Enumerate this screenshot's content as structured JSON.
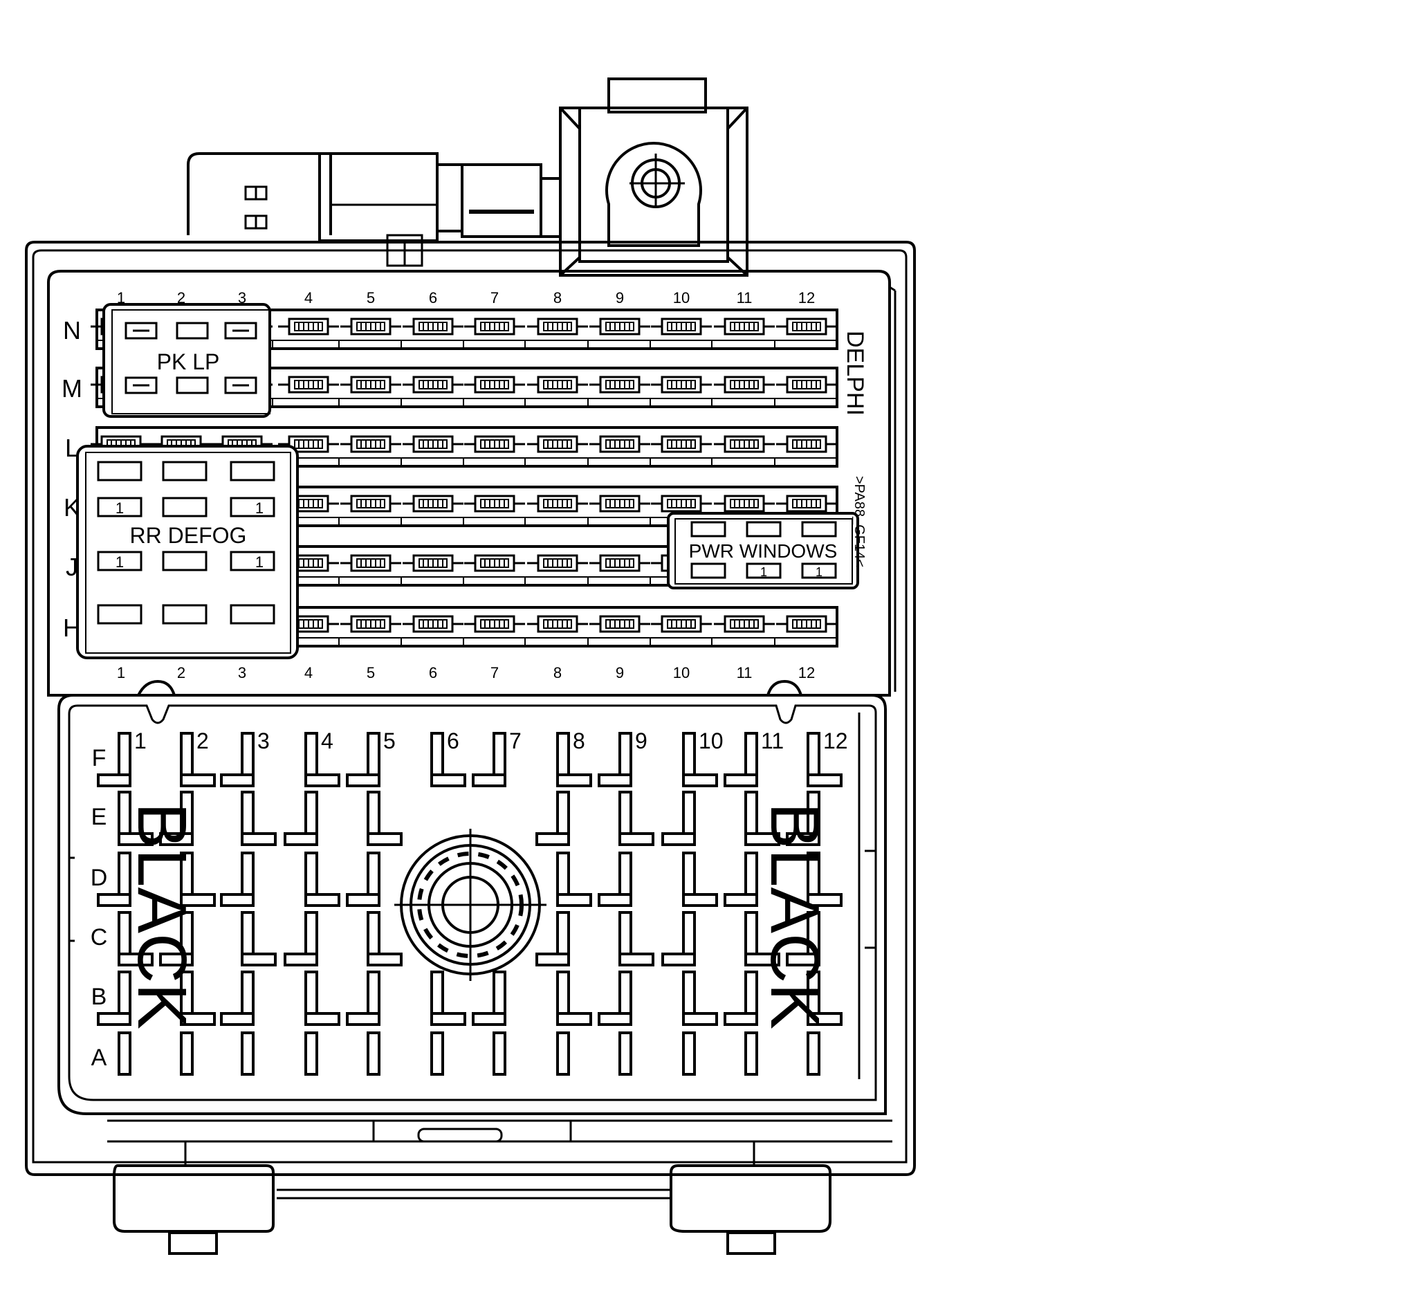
{
  "header": {
    "brand": "DELPHI",
    "part_code": ">PA88_GF14<"
  },
  "upper_block": {
    "row_labels": [
      "N",
      "M",
      "L",
      "K",
      "J",
      "H"
    ],
    "column_labels": [
      "1",
      "2",
      "3",
      "4",
      "5",
      "6",
      "7",
      "8",
      "9",
      "10",
      "11",
      "12"
    ]
  },
  "relays": {
    "park_lamp": {
      "label": "PK LP"
    },
    "rear_defog": {
      "label": "RR DEFOG",
      "pin_marker": "1"
    },
    "power_windows": {
      "label": "PWR WINDOWS",
      "pin_marker": "1"
    }
  },
  "lower_connector": {
    "row_labels": [
      "F",
      "E",
      "D",
      "C",
      "B",
      "A"
    ],
    "column_labels": [
      "1",
      "2",
      "3",
      "4",
      "5",
      "6",
      "7",
      "8",
      "9",
      "10",
      "11",
      "12"
    ],
    "color_label_left": "BLACK",
    "color_label_right": "BLACK"
  }
}
